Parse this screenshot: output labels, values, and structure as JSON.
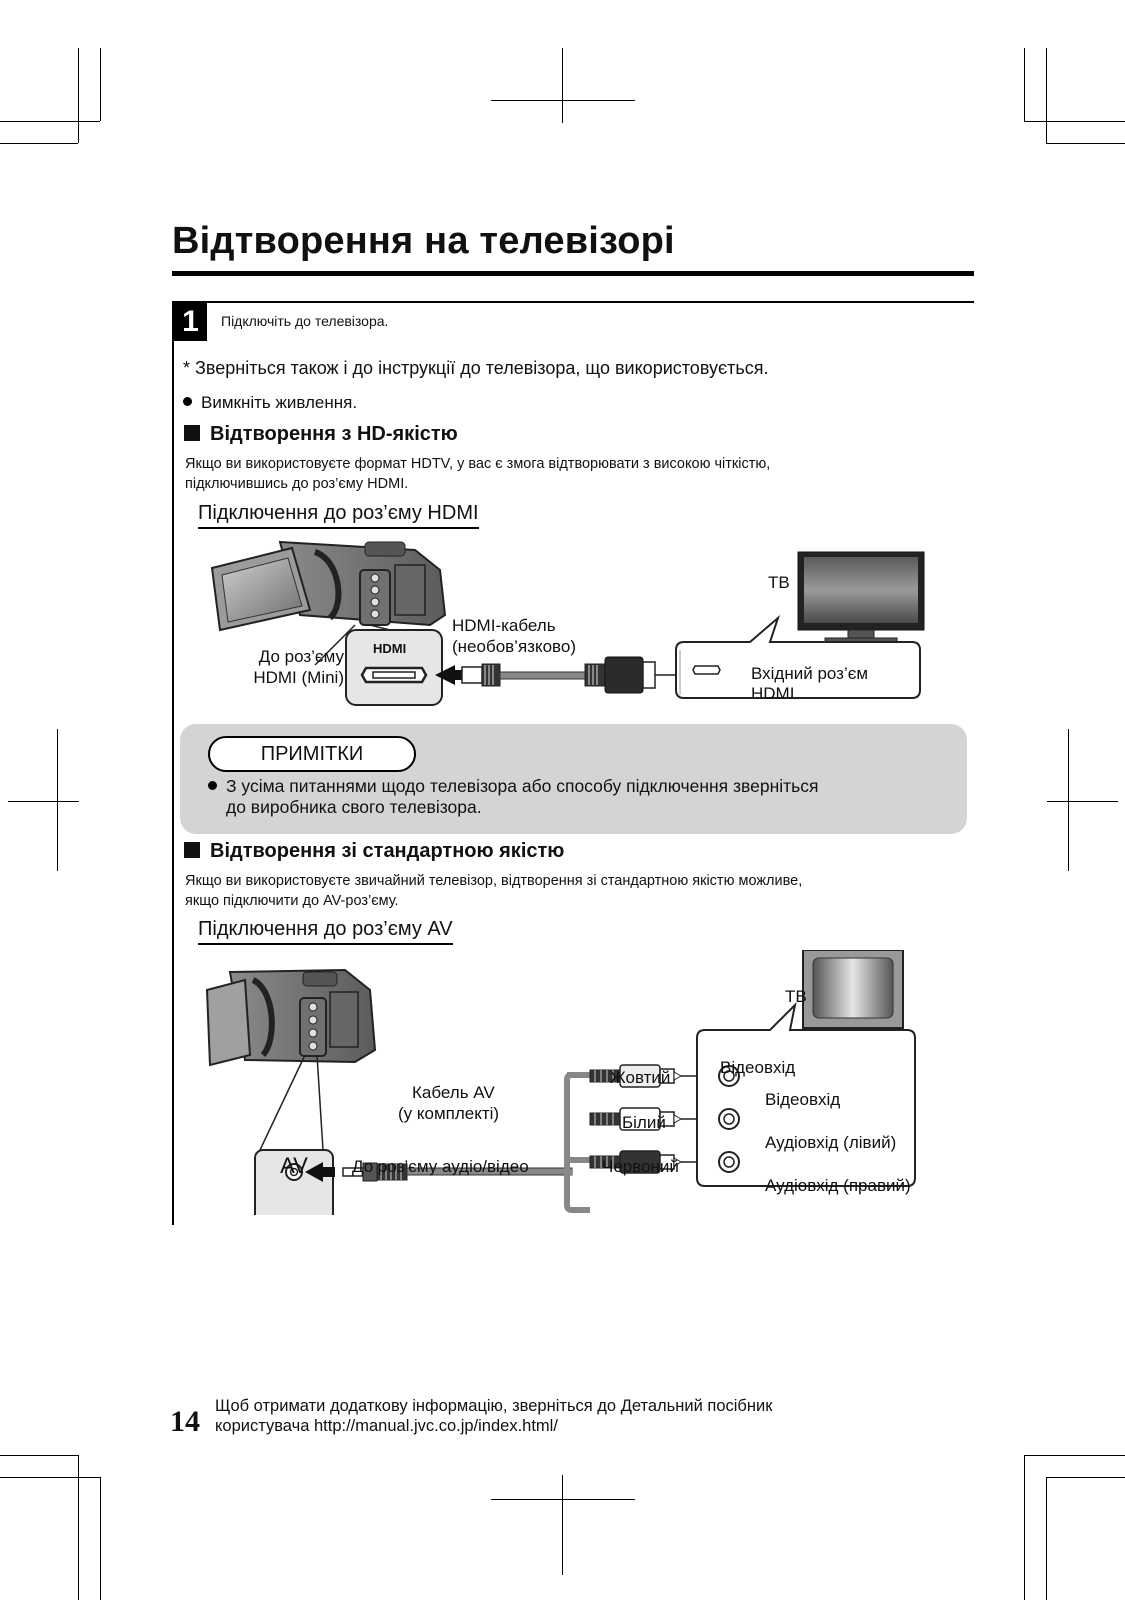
{
  "page": {
    "title": "Відтворення на телевізорі",
    "number": "14",
    "footer": {
      "line1": "Щоб отримати додаткову інформацію, зверніться до Детальний посібник",
      "line2": "користувача http://manual.jvc.co.jp/index.html/"
    }
  },
  "step": {
    "number": "1",
    "text": "Підключіть до телевізора."
  },
  "notes_top": {
    "asterisk": "* Зверніться також і до інструкції до телевізора, що використовується.",
    "power_off": "Вимкніть живлення."
  },
  "hd_section": {
    "heading": "Відтворення з HD-якістю",
    "para1": "Якщо ви використовуєте формат HDTV, у вас є змога відтворювати з високою чіткістю,",
    "para2": "підключившись до роз’єму HDMI.",
    "subheading": "Підключення до роз’єму HDMI",
    "tv_label": "ТВ",
    "cable_line1": "HDMI-кабель",
    "cable_line2": "(необов’язково)",
    "cam_port_line1": "До роз’єму",
    "cam_port_line2": "HDMI (Mini)",
    "tv_input_line1": "Вхідний роз’єм",
    "tv_input_line2": "HDMI",
    "hdmi_logo": "HDMI"
  },
  "notes_box": {
    "label": "ПРИМІТКИ",
    "text_line1": "З усіма питаннями щодо телевізора або способу підключення зверніться",
    "text_line2": "до виробника свого телевізора."
  },
  "sd_section": {
    "heading": "Відтворення зі стандартною якістю",
    "para1": "Якщо ви використовуєте звичайний телевізор, відтворення зі стандартною якістю можливе,",
    "para2": "якщо підключити до AV-роз’єму.",
    "subheading": "Підключення до роз’єму AV",
    "tv_label": "ТВ",
    "cable_line1": "Кабель AV",
    "cable_line2": "(у комплекті)",
    "av_port_label": "AV",
    "cam_port_label": "До роз’єму аудіо/відео",
    "plug_yellow": "Жовтий",
    "plug_white": "Білий",
    "plug_red": "Червоний",
    "tv_box_title": "Відеовхід",
    "tv_inputs": [
      "Відеовхід",
      "Аудіовхід (лівий)",
      "Аудіовхід (правий)"
    ]
  }
}
